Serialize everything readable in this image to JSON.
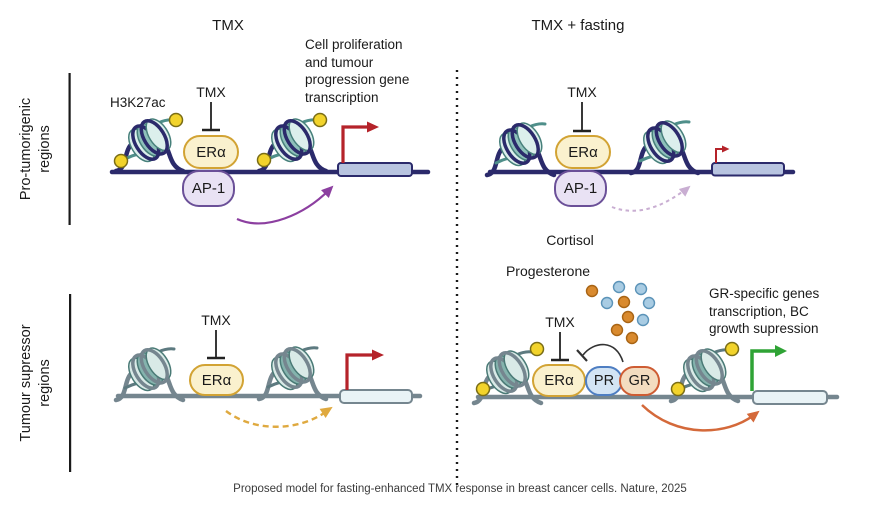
{
  "headers": {
    "left_column": "TMX",
    "right_column": "TMX + fasting"
  },
  "row_labels": {
    "top_lines": [
      "Pro-tumorigenic",
      "regions"
    ],
    "bottom_lines": [
      "Tumour supressor",
      "regions"
    ]
  },
  "labels": {
    "h3k27ac": "H3K27ac",
    "tmx": "TMX",
    "er_alpha": "ERα",
    "ap1": "AP-1",
    "pr": "PR",
    "gr": "GR",
    "cortisol": "Cortisol",
    "progesterone": "Progesterone"
  },
  "annotations": {
    "top_left_lines": [
      "Cell proliferation",
      "and tumour",
      "progression gene",
      "transcription"
    ],
    "bottom_right_lines": [
      "GR-specific genes",
      "transcription, BC",
      "growth supression"
    ]
  },
  "caption": "Proposed model for fasting-enhanced TMX response in breast cancer cells. Nature, 2025",
  "colors": {
    "dna_navy": "#2b2a6b",
    "dna_gray": "#75868f",
    "era_fill": "#faf1ce",
    "era_border": "#d2a334",
    "ap1_fill": "#e9e2f4",
    "ap1_border": "#6b5098",
    "pr_fill": "#d3e4f4",
    "pr_border": "#4e7ec2",
    "gr_fill": "#f3dcc0",
    "gr_border": "#ce5c33",
    "gene_box_active": "#b8c4e0",
    "gene_box_pale": "#e9f3f6",
    "transcription_red": "#b5232a",
    "transcription_green": "#2fa335",
    "arrow_purple": "#8c3fa0",
    "arrow_purple_faded": "#c9aed2",
    "arrow_gold": "#dfa93f",
    "arrow_orange": "#d4693a",
    "acetyl_yellow": "#f2d32b",
    "cortisol_dot": "#d98a2e",
    "progesterone_dot": "#a9cce3",
    "nucleosome_teal": "#8ec0ba"
  }
}
